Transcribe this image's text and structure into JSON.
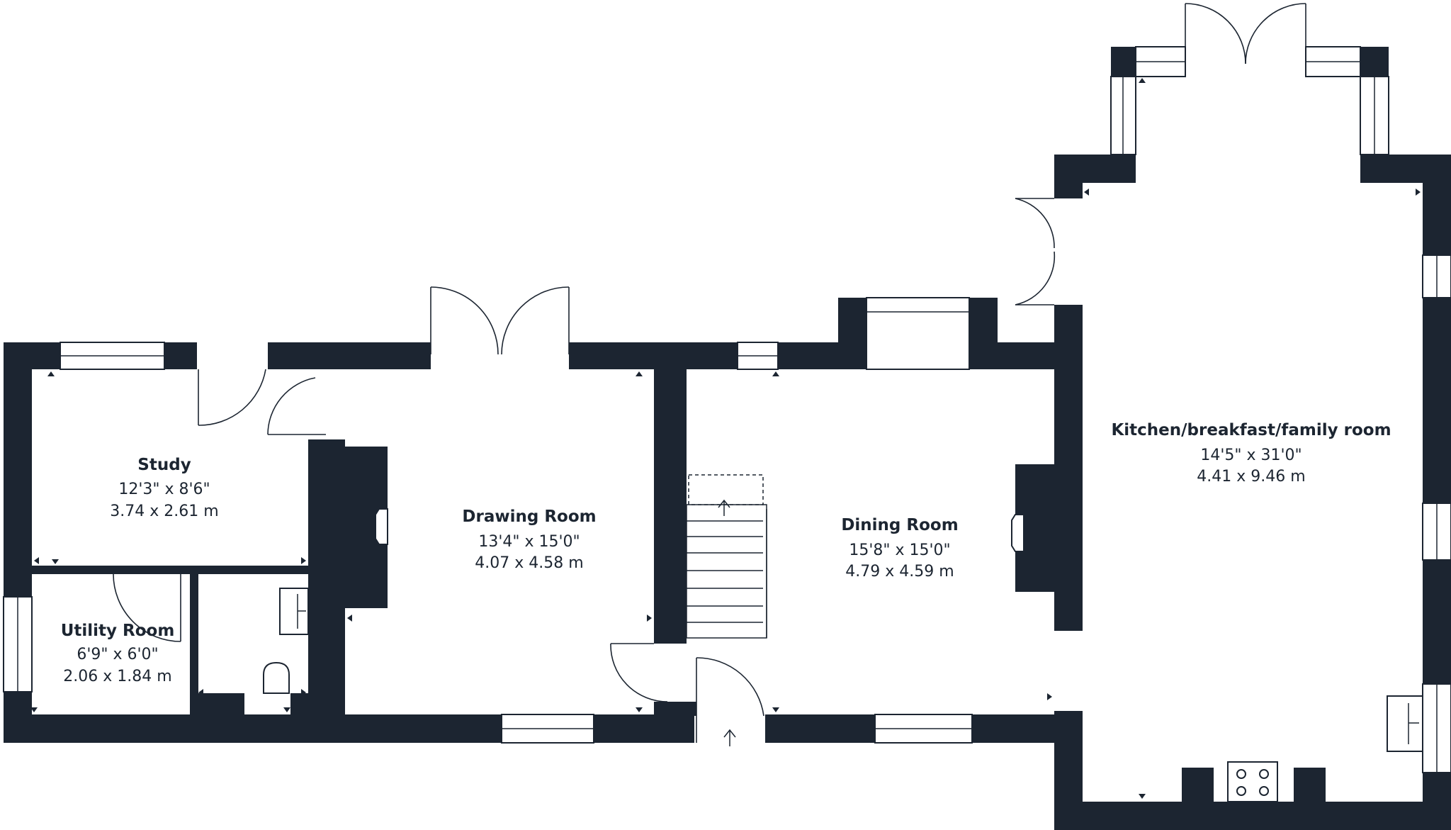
{
  "rooms": {
    "study": {
      "name": "Study",
      "imperial": "12'3\" x 8'6\"",
      "metric": "3.74 x 2.61 m"
    },
    "utility": {
      "name": "Utility  Room",
      "imperial": "6'9\" x 6'0\"",
      "metric": "2.06 x 1.84 m"
    },
    "drawing": {
      "name": "Drawing Room",
      "imperial": "13'4\" x 15'0\"",
      "metric": "4.07 x 4.58 m"
    },
    "dining": {
      "name": "Dining Room",
      "imperial": "15'8\" x 15'0\"",
      "metric": "4.79 x 4.59 m"
    },
    "kitchen": {
      "name": "Kitchen/breakfast/family room",
      "imperial": "14'5\" x 31'0\"",
      "metric": "4.41 x 9.46 m"
    }
  },
  "colors": {
    "wall": "#1c2531",
    "background": "#ffffff"
  },
  "icons": [
    "entrance-arrow-icon",
    "hob-icon",
    "sink-icon",
    "toilet-icon",
    "fireplace-icon",
    "staircase-icon"
  ]
}
